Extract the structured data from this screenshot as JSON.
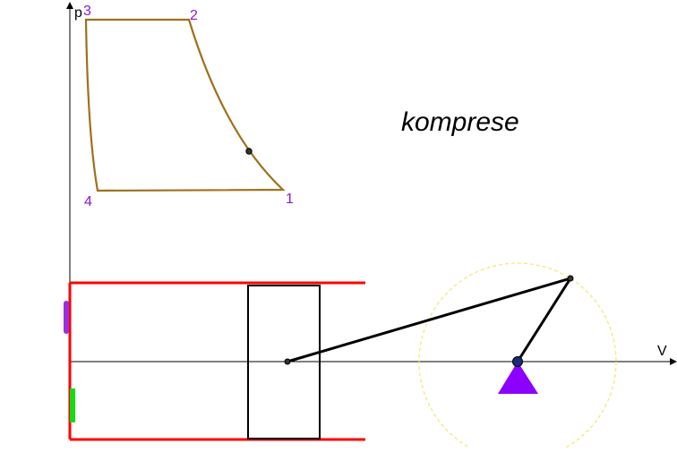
{
  "title": "komprese",
  "axes": {
    "p_label": "p",
    "v_label": "V"
  },
  "cycle_points": [
    {
      "id": "1",
      "label": "1"
    },
    {
      "id": "2",
      "label": "2"
    },
    {
      "id": "3",
      "label": "3"
    },
    {
      "id": "4",
      "label": "4"
    }
  ],
  "colors": {
    "cycle": "#a0701a",
    "point_label": "#8b16e0",
    "cylinder_wall": "#ff0000",
    "piston": "#000000",
    "rod": "#000000",
    "valve_intake": "#9a2ee0",
    "valve_exhaust": "#11dd11",
    "crank_circle": "#f2e86a",
    "crank_support": "#8b00ff",
    "crank_center": "#1b2a7a"
  },
  "icons": {
    "crank_support": "triangle-support-icon",
    "intake_valve": "valve-icon",
    "exhaust_valve": "valve-icon"
  }
}
